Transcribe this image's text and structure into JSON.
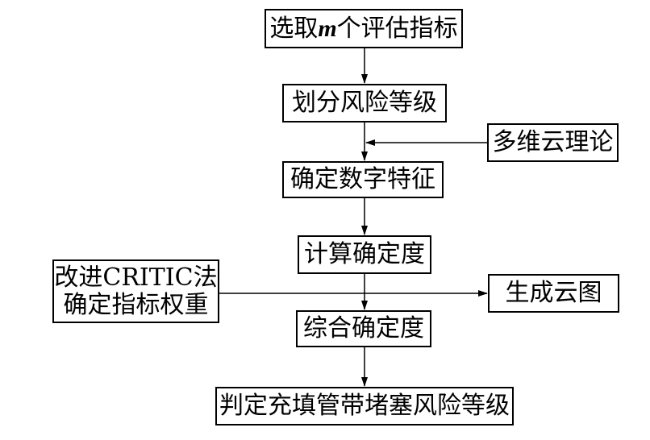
{
  "nodes": {
    "select_indicators": {
      "prefix": "选取",
      "var": "m",
      "suffix": "个评估指标"
    },
    "divide_risk_levels": "划分风险等级",
    "multidim_cloud_theory": "多维云理论",
    "determine_numeric_features": "确定数字特征",
    "compute_certainty": "计算确定度",
    "improved_critic": {
      "line1": "改进CRITIC法",
      "line2": "确定指标权重"
    },
    "generate_cloud_chart": "生成云图",
    "combined_certainty": "综合确定度",
    "judge_risk_level": "判定充填管带堵塞风险等级"
  }
}
